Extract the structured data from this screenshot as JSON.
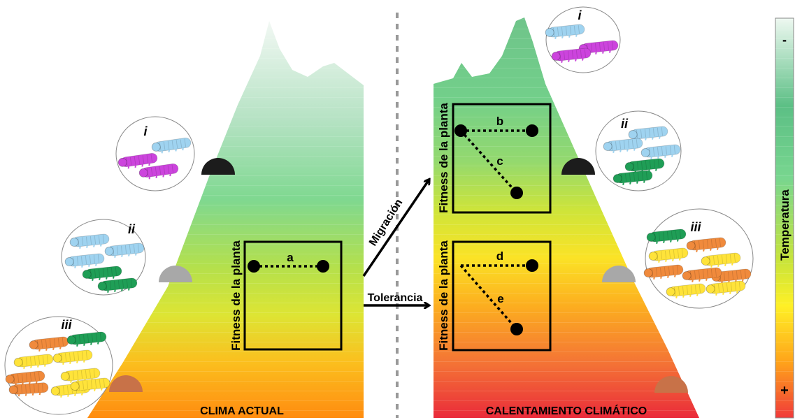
{
  "left_panel": {
    "title": "CLIMA ACTUAL",
    "box": {
      "ylabel": "Fitness de la planta",
      "line_label": "a"
    },
    "groups": [
      {
        "label": "i",
        "larvae": [
          {
            "color": "#9fd3f0"
          },
          {
            "color": "#cc44dd"
          },
          {
            "color": "#cc44dd"
          }
        ]
      },
      {
        "label": "ii",
        "larvae": [
          {
            "color": "#9fd3f0"
          },
          {
            "color": "#9fd3f0"
          },
          {
            "color": "#9fd3f0"
          },
          {
            "color": "#1f9e56"
          },
          {
            "color": "#1f9e56"
          }
        ]
      },
      {
        "label": "iii",
        "larvae": [
          {
            "color": "#f08a3c"
          },
          {
            "color": "#1f9e56"
          },
          {
            "color": "#ffe33a"
          },
          {
            "color": "#ffe33a"
          },
          {
            "color": "#f08a3c"
          },
          {
            "color": "#ffe33a"
          },
          {
            "color": "#f08a3c"
          },
          {
            "color": "#ffe33a"
          },
          {
            "color": "#ffe33a"
          }
        ]
      }
    ]
  },
  "right_panel": {
    "title": "CALENTAMIENTO CLIMÁTICO",
    "box_top": {
      "ylabel": "Fitness de la planta",
      "labels": [
        "b",
        "c"
      ]
    },
    "box_bottom": {
      "ylabel": "Fitness de la planta",
      "labels": [
        "d",
        "e"
      ]
    },
    "groups": [
      {
        "label": "i",
        "larvae": [
          {
            "color": "#9fd3f0"
          },
          {
            "color": "#cc44dd"
          },
          {
            "color": "#cc44dd"
          }
        ]
      },
      {
        "label": "ii",
        "larvae": [
          {
            "color": "#9fd3f0"
          },
          {
            "color": "#9fd3f0"
          },
          {
            "color": "#9fd3f0"
          },
          {
            "color": "#1f9e56"
          },
          {
            "color": "#1f9e56"
          }
        ]
      },
      {
        "label": "iii",
        "larvae": [
          {
            "color": "#1f9e56"
          },
          {
            "color": "#f08a3c"
          },
          {
            "color": "#ffe33a"
          },
          {
            "color": "#ffe33a"
          },
          {
            "color": "#f08a3c"
          },
          {
            "color": "#f08a3c"
          },
          {
            "color": "#f08a3c"
          },
          {
            "color": "#ffe33a"
          },
          {
            "color": "#ffe33a"
          }
        ]
      }
    ]
  },
  "arrows": {
    "migration": "Migración",
    "tolerance": "Tolerancia"
  },
  "temperature_scale": {
    "label": "Temperatura",
    "low_symbol": "-",
    "high_symbol": "+",
    "colors_top_to_bottom": [
      "#e9f5ee",
      "#5cbf85",
      "#78d68f",
      "#c5e33c",
      "#fff026",
      "#ffa41a",
      "#f03a3a"
    ]
  },
  "habitat_markers": {
    "high_color": "#1c1c1c",
    "mid_color": "#a8a8a8",
    "low_color": "#c87248"
  }
}
